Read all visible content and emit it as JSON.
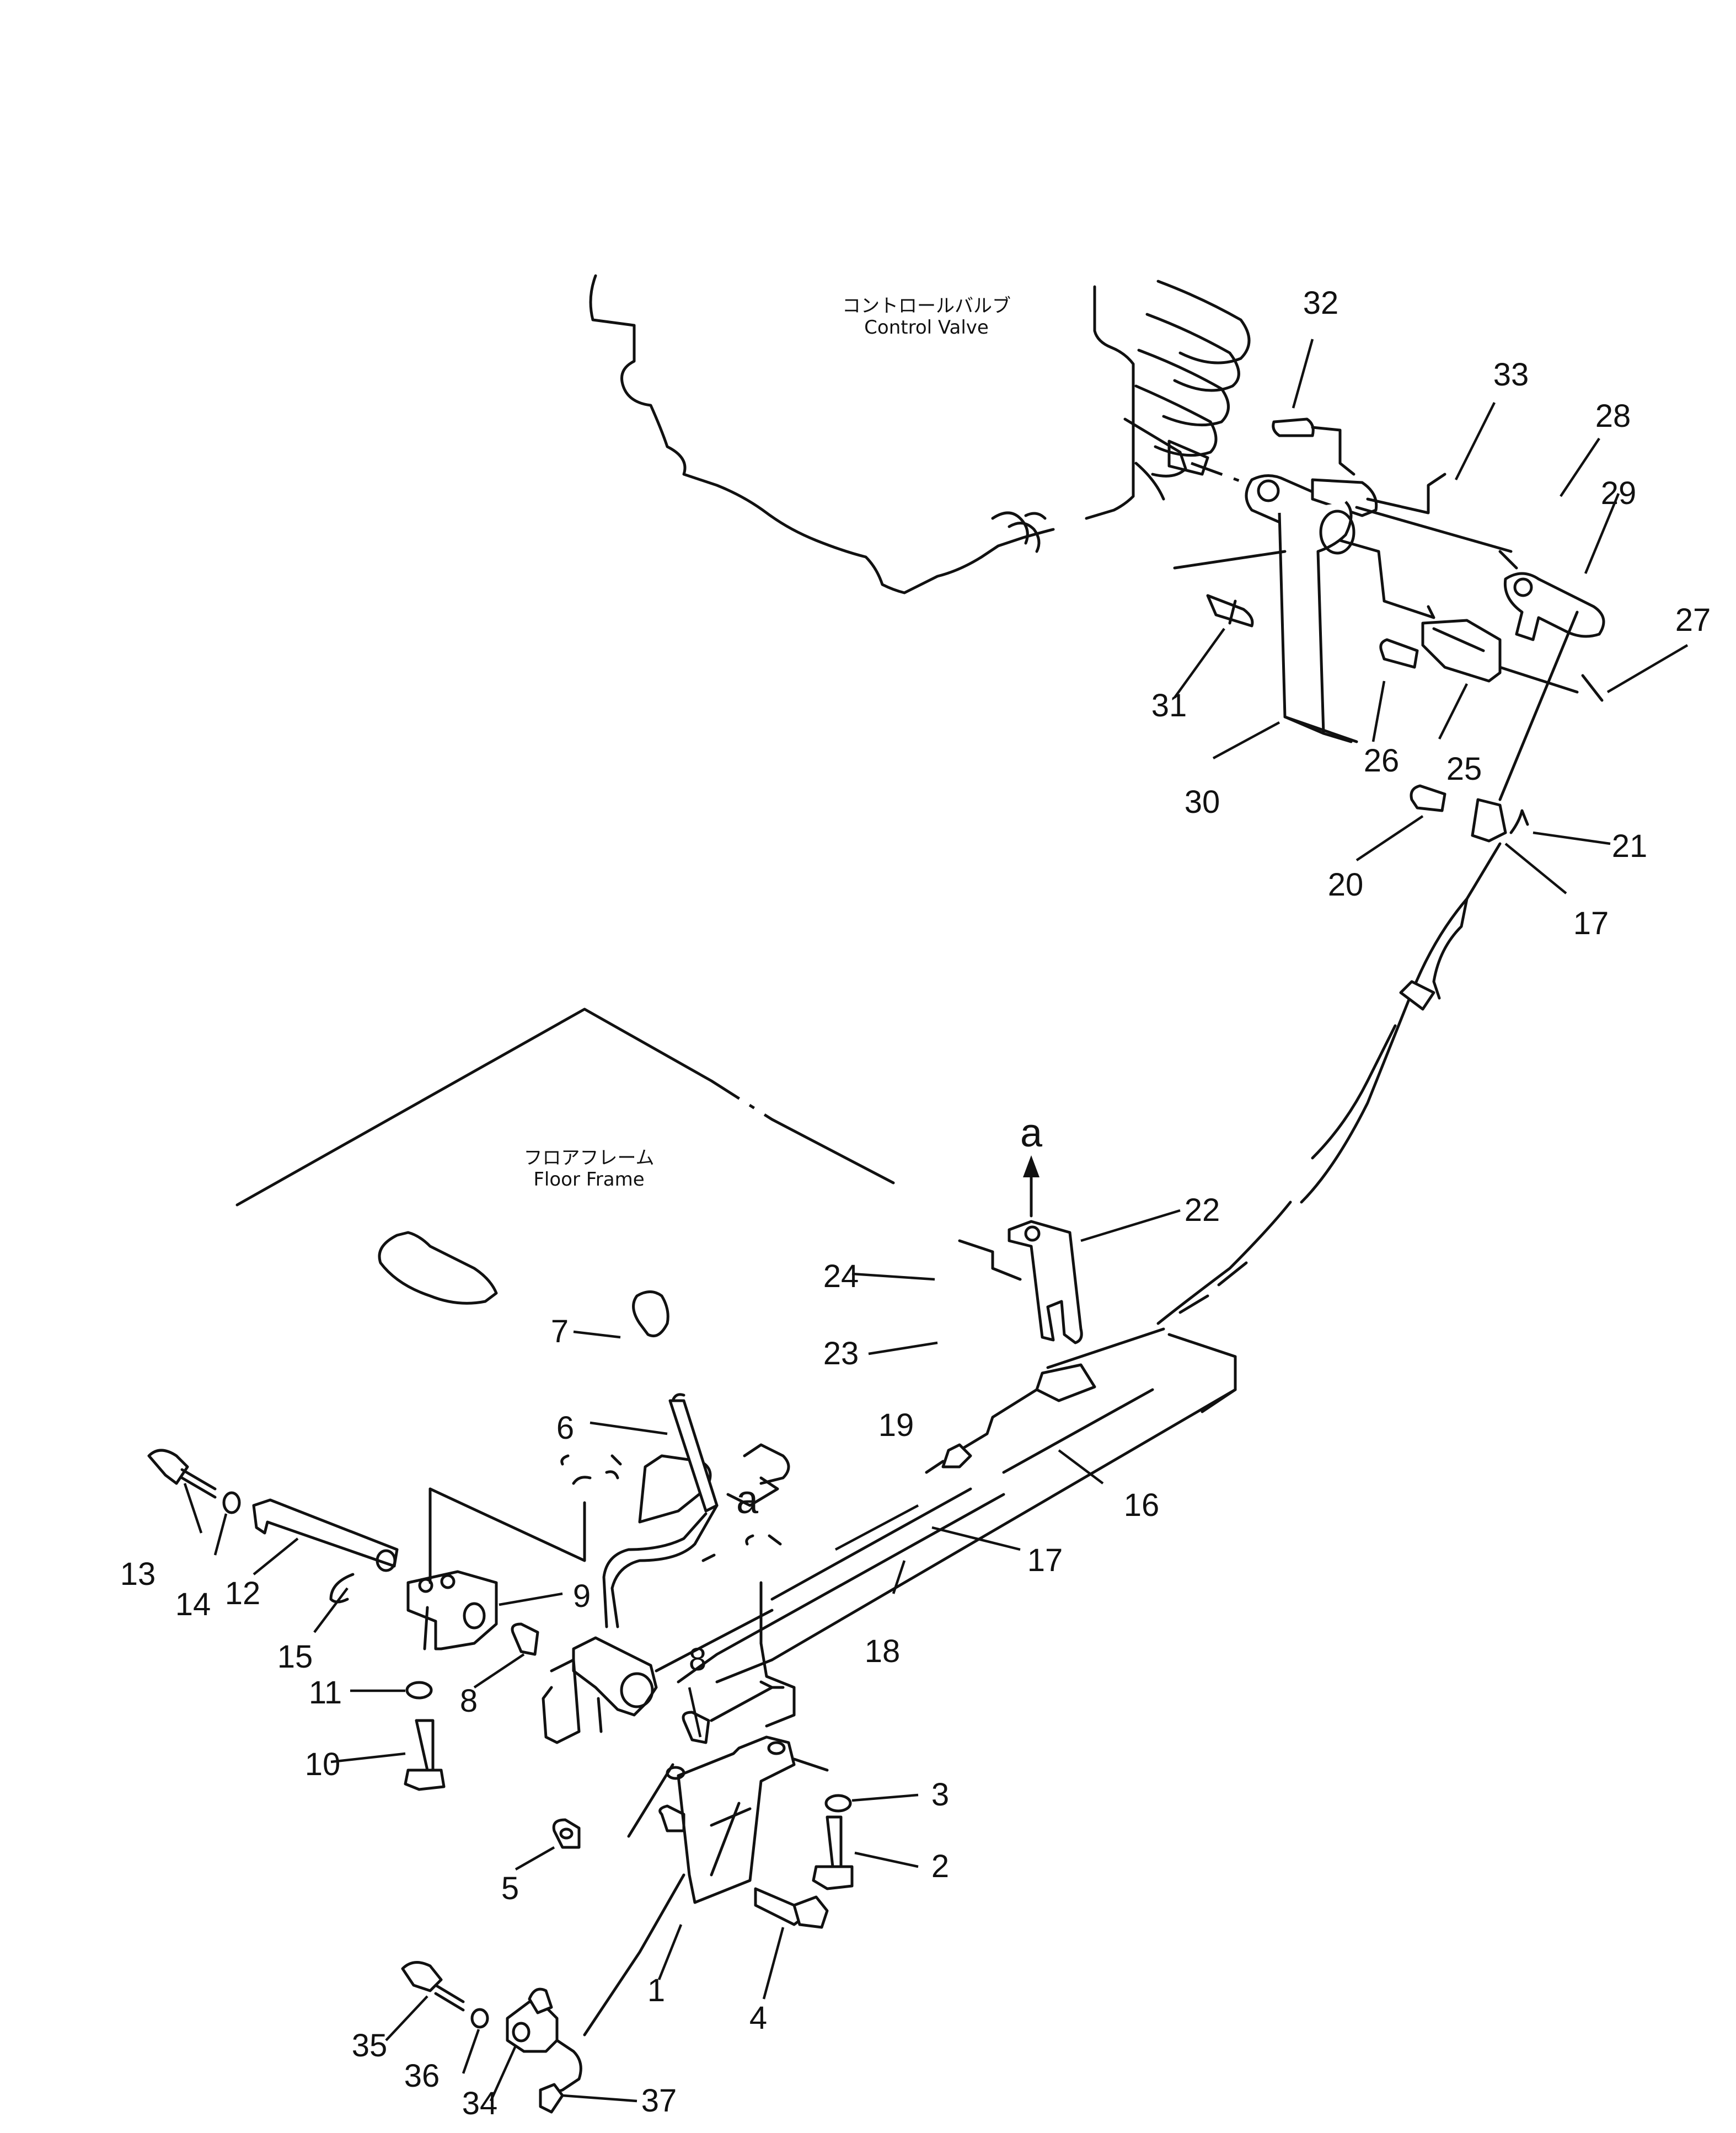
{
  "labels": {
    "control_valve_jp": "コントロールバルブ",
    "control_valve_en": "Control Valve",
    "floor_frame_jp": "フロアフレーム",
    "floor_frame_en": "Floor Frame",
    "view_a_top": "a",
    "view_a_mid": "a"
  },
  "callouts": [
    "1",
    "2",
    "3",
    "4",
    "5",
    "6",
    "7",
    "8",
    "8",
    "9",
    "10",
    "11",
    "12",
    "13",
    "14",
    "15",
    "16",
    "17",
    "17",
    "18",
    "19",
    "20",
    "21",
    "22",
    "23",
    "24",
    "25",
    "26",
    "27",
    "28",
    "29",
    "30",
    "31",
    "32",
    "33",
    "34",
    "35",
    "36",
    "37"
  ]
}
